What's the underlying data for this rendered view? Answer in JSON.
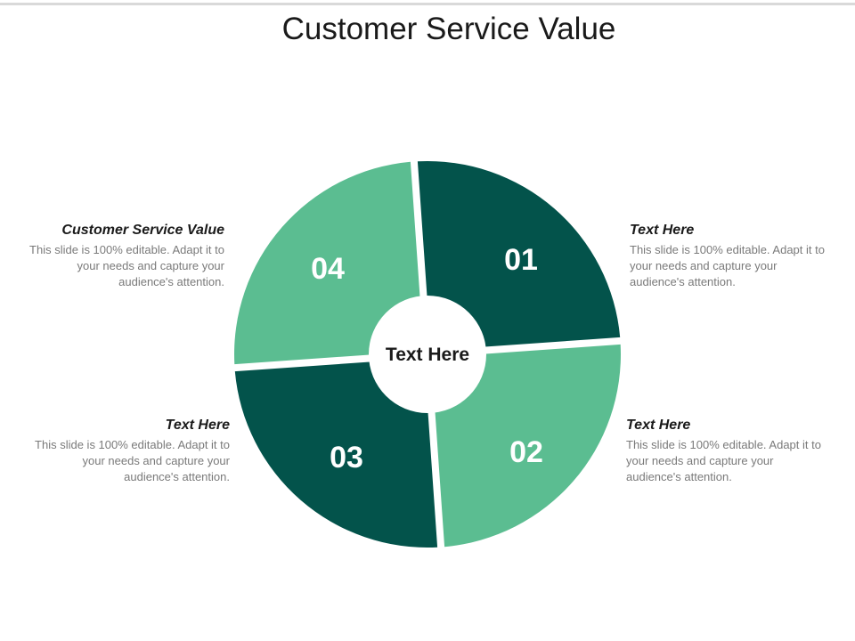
{
  "title": "Customer Service Value",
  "center_label": "Text Here",
  "segments": [
    {
      "number": "01",
      "color": "#03534b"
    },
    {
      "number": "02",
      "color": "#5bbd91"
    },
    {
      "number": "03",
      "color": "#03534b"
    },
    {
      "number": "04",
      "color": "#5bbd91"
    }
  ],
  "blocks": {
    "top_right": {
      "heading": "Text Here",
      "body": "This slide is 100% editable. Adapt it to your needs and capture your audience's attention."
    },
    "bottom_right": {
      "heading": "Text Here",
      "body": "This slide is 100% editable. Adapt it to your needs and capture your audience's attention."
    },
    "bottom_left": {
      "heading": "Text Here",
      "body": "This slide is 100% editable. Adapt it to your needs and capture your audience's attention."
    },
    "top_left": {
      "heading": "Customer Service Value",
      "body": "This slide is 100% editable. Adapt it to your needs and capture your audience's attention."
    }
  }
}
